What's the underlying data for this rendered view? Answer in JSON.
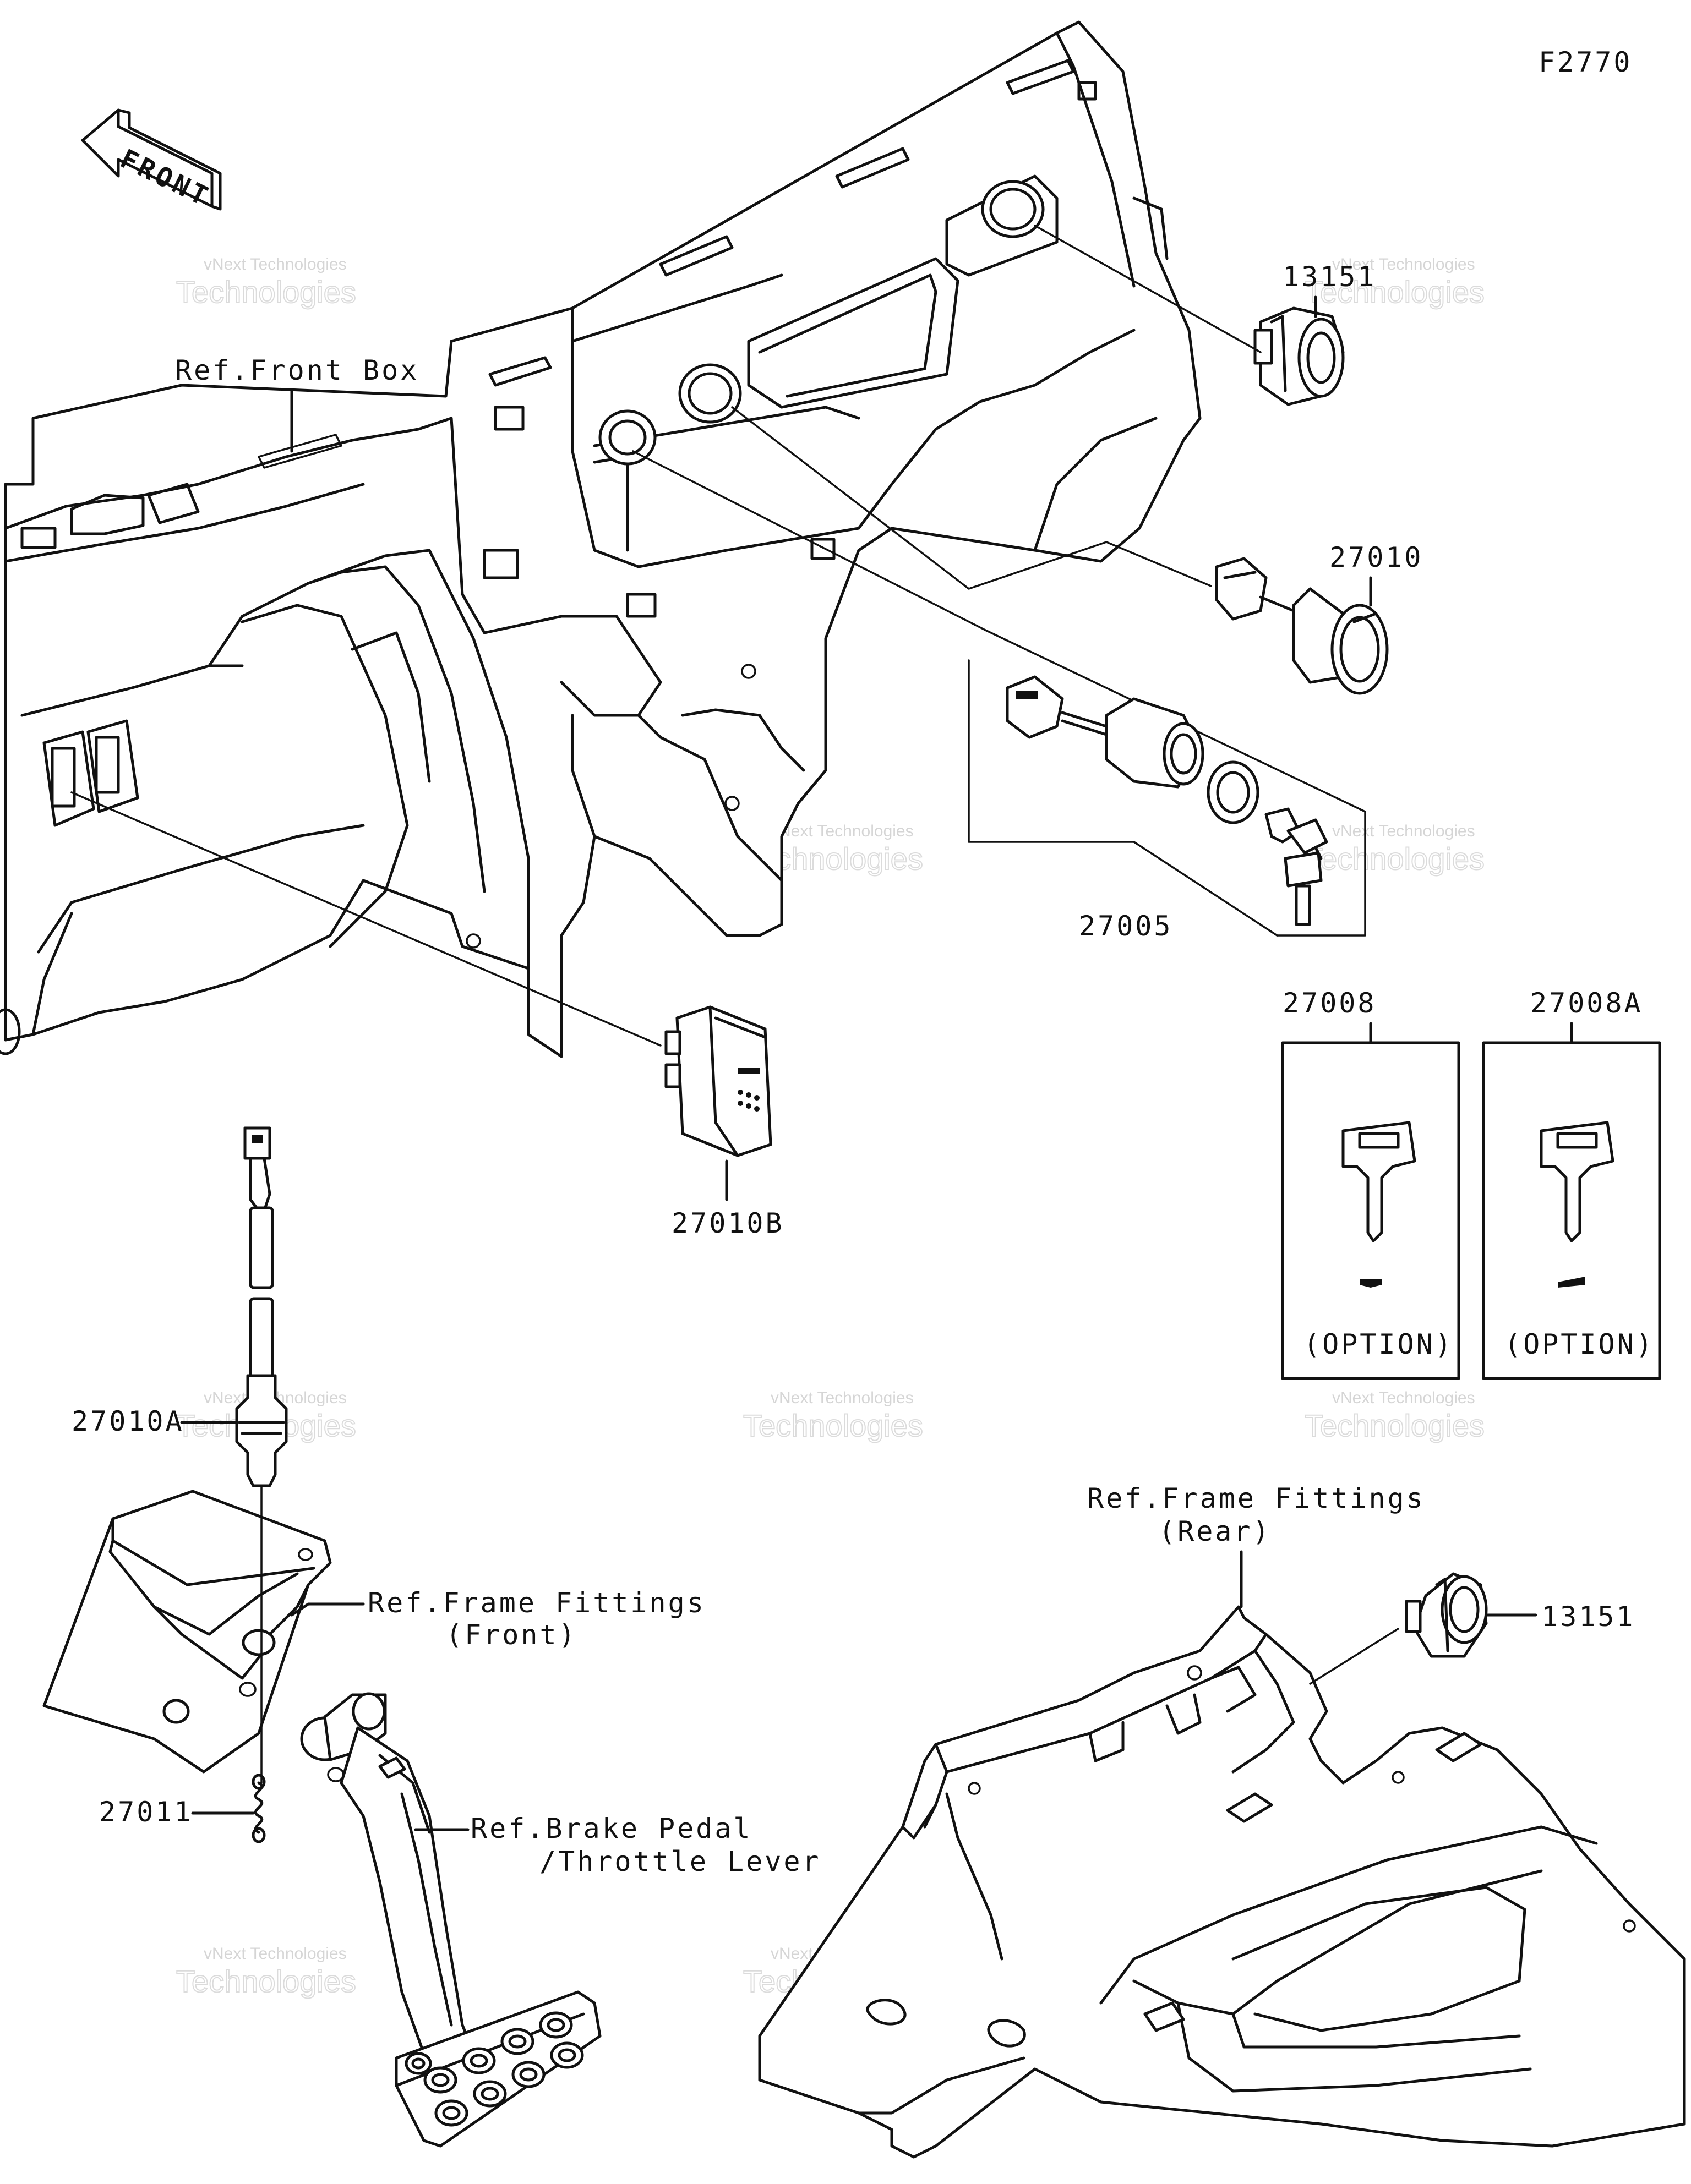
{
  "figure_code": "F2770",
  "front_arrow_label": "FRONT",
  "watermark": {
    "line1": "vNext Technologies",
    "line2": "vNext",
    "line3": "Technologies"
  },
  "refs": {
    "front_box": "Ref.Front Box",
    "frame_fittings_front_1": "Ref.Frame Fittings",
    "frame_fittings_front_2": "(Front)",
    "frame_fittings_rear_1": "Ref.Frame Fittings",
    "frame_fittings_rear_2": "(Rear)",
    "brake_pedal_1": "Ref.Brake Pedal",
    "brake_pedal_2": "/Throttle Lever"
  },
  "parts": {
    "p13151_top": "13151",
    "p27010": "27010",
    "p27005": "27005",
    "p27008": "27008",
    "p27008A": "27008A",
    "p27010B": "27010B",
    "p27010A": "27010A",
    "p27011": "27011",
    "p13151_bottom": "13151"
  },
  "option_label": "(OPTION)"
}
